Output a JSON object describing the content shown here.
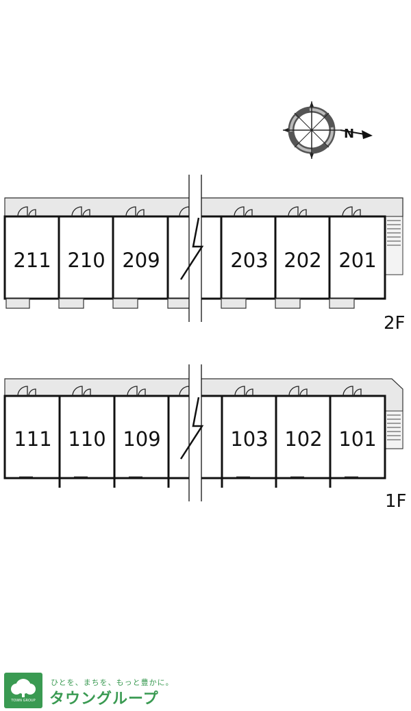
{
  "compass": {
    "north_label": "N"
  },
  "floors": [
    {
      "label": "2F",
      "units": [
        "211",
        "210",
        "209",
        "203",
        "202",
        "201"
      ]
    },
    {
      "label": "1F",
      "units": [
        "111",
        "110",
        "109",
        "103",
        "102",
        "101"
      ]
    }
  ],
  "footer": {
    "tagline": "ひとを、まちを、もっと豊かに。",
    "brand": "タウングループ",
    "logo_text": "TOWN GROUP",
    "brand_color": "#3a9a52"
  }
}
